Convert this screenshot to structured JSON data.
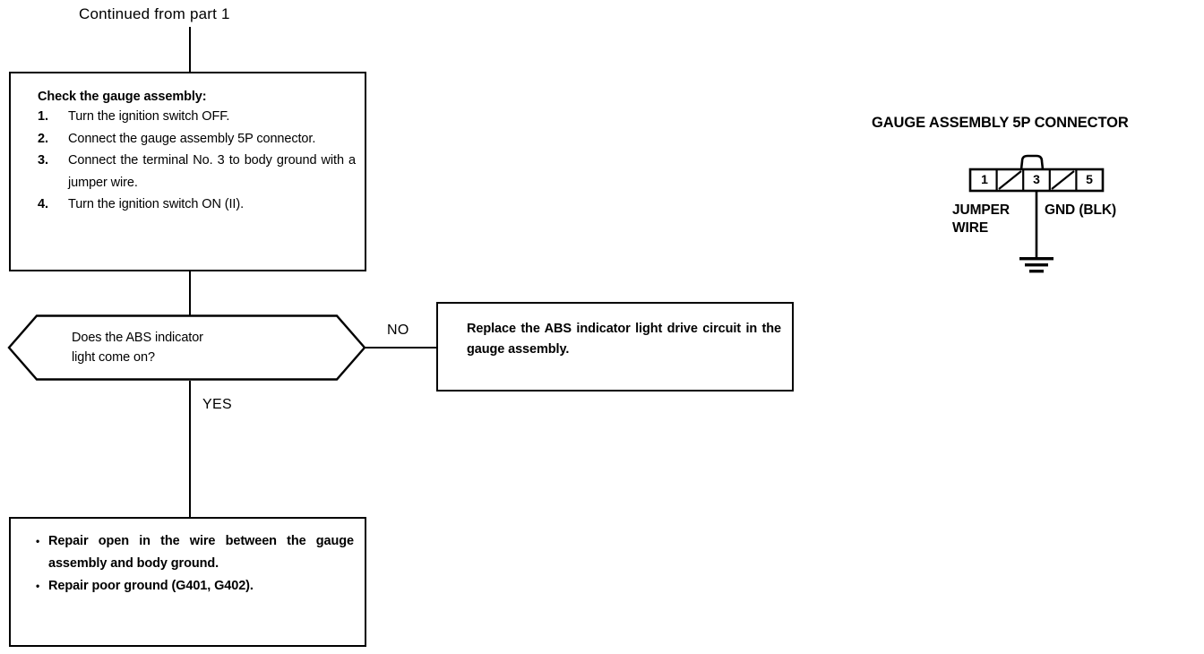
{
  "diagram": {
    "type": "troubleshooting-flowchart",
    "title_caption": "Continued from part 1",
    "instruction": {
      "heading": "Check the gauge assembly:",
      "steps": [
        {
          "number": "1.",
          "text": "Turn the ignition switch OFF."
        },
        {
          "number": "2.",
          "text": "Connect the gauge assembly 5P connector."
        },
        {
          "number": "3.",
          "text": "Connect the terminal No. 3 to body ground with a jumper wire."
        },
        {
          "number": "4.",
          "text": "Turn the ignition switch ON (II)."
        }
      ]
    },
    "decision": {
      "question": "Does the ABS indicator\nlight come on?",
      "branch_no": "NO",
      "branch_yes": "YES"
    },
    "no_result": {
      "text": "Replace the ABS indicator light drive circuit in the gauge assembly."
    },
    "yes_result": {
      "bullet_glyph": "•",
      "items": [
        "Repair open in the wire between the gauge assembly and body ground.",
        "Repair poor ground (G401, G402)."
      ]
    },
    "connector": {
      "title": "GAUGE ASSEMBLY 5P CONNECTOR",
      "terminals": [
        "1",
        "",
        "3",
        "",
        "5"
      ],
      "jumper_label": "JUMPER\nWIRE",
      "ground_label": "GND (BLK)"
    },
    "colors": {
      "ink": "#000000",
      "background": "#ffffff"
    }
  }
}
